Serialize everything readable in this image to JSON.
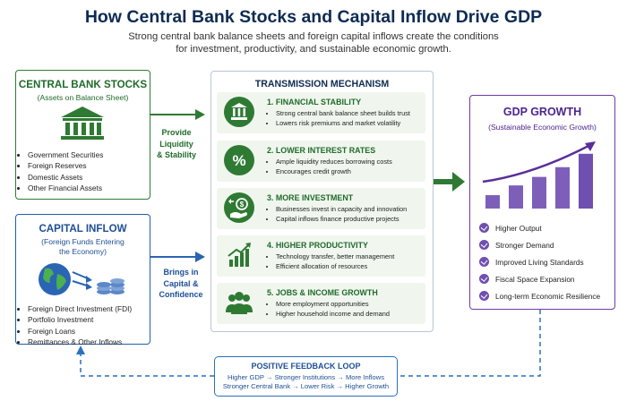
{
  "title": "How Central Bank Stocks and Capital Inflow Drive GDP",
  "subtitle_line1": "Strong central bank balance sheets and foreign capital inflows create the conditions",
  "subtitle_line2": "for investment, productivity, and sustainable economic growth.",
  "central_bank": {
    "heading": "CENTRAL BANK STOCKS",
    "sub": "(Assets on Balance Sheet)",
    "items": [
      "Government Securities",
      "Foreign Reserves",
      "Domestic Assets",
      "Other Financial Assets"
    ]
  },
  "capital_inflow": {
    "heading": "CAPITAL INFLOW",
    "sub_line1": "(Foreign Funds Entering",
    "sub_line2": "the Economy)",
    "items": [
      "Foreign Direct Investment (FDI)",
      "Portfolio Investment",
      "Foreign Loans",
      "Remittances & Other Inflows"
    ]
  },
  "arrow_labels": {
    "top": [
      "Provide",
      "Liquidity",
      "& Stability"
    ],
    "bottom": [
      "Brings in",
      "Capital &",
      "Confidence"
    ]
  },
  "transmission": {
    "heading": "TRANSMISSION MECHANISM",
    "steps": [
      {
        "icon": "bank-icon",
        "title": "1. FINANCIAL STABILITY",
        "bullets": [
          "Strong central bank balance sheet builds trust",
          "Lowers risk premiums and market volatility"
        ]
      },
      {
        "icon": "percent-icon",
        "title": "2. LOWER INTEREST RATES",
        "bullets": [
          "Ample liquidity reduces borrowing costs",
          "Encourages credit growth"
        ]
      },
      {
        "icon": "investment-icon",
        "title": "3. MORE INVESTMENT",
        "bullets": [
          "Businesses invest in capacity and innovation",
          "Capital inflows finance productive projects"
        ]
      },
      {
        "icon": "growth-chart-icon",
        "title": "4. HIGHER PRODUCTIVITY",
        "bullets": [
          "Technology transfer, better management",
          "Efficient allocation of resources"
        ]
      },
      {
        "icon": "people-icon",
        "title": "5. JOBS & INCOME GROWTH",
        "bullets": [
          "More employment opportunities",
          "Higher household income and demand"
        ]
      }
    ]
  },
  "gdp": {
    "heading": "GDP GROWTH",
    "sub": "(Sustainable Economic Growth)",
    "bars": [
      0.22,
      0.38,
      0.52,
      0.68,
      0.9
    ],
    "items": [
      "Higher Output",
      "Stronger Demand",
      "Improved Living Standards",
      "Fiscal Space Expansion",
      "Long-term Economic Resilience"
    ]
  },
  "feedback": {
    "heading": "POSITIVE FEEDBACK LOOP",
    "line1": "Higher GDP → Stronger Institutions → More Inflows",
    "line2": "Stronger Central Bank → Lower Risk → Higher Growth"
  },
  "colors": {
    "green": "#2f7a33",
    "blue": "#1f5fae",
    "purple": "#6f4fb0",
    "navy": "#0d2b52"
  }
}
